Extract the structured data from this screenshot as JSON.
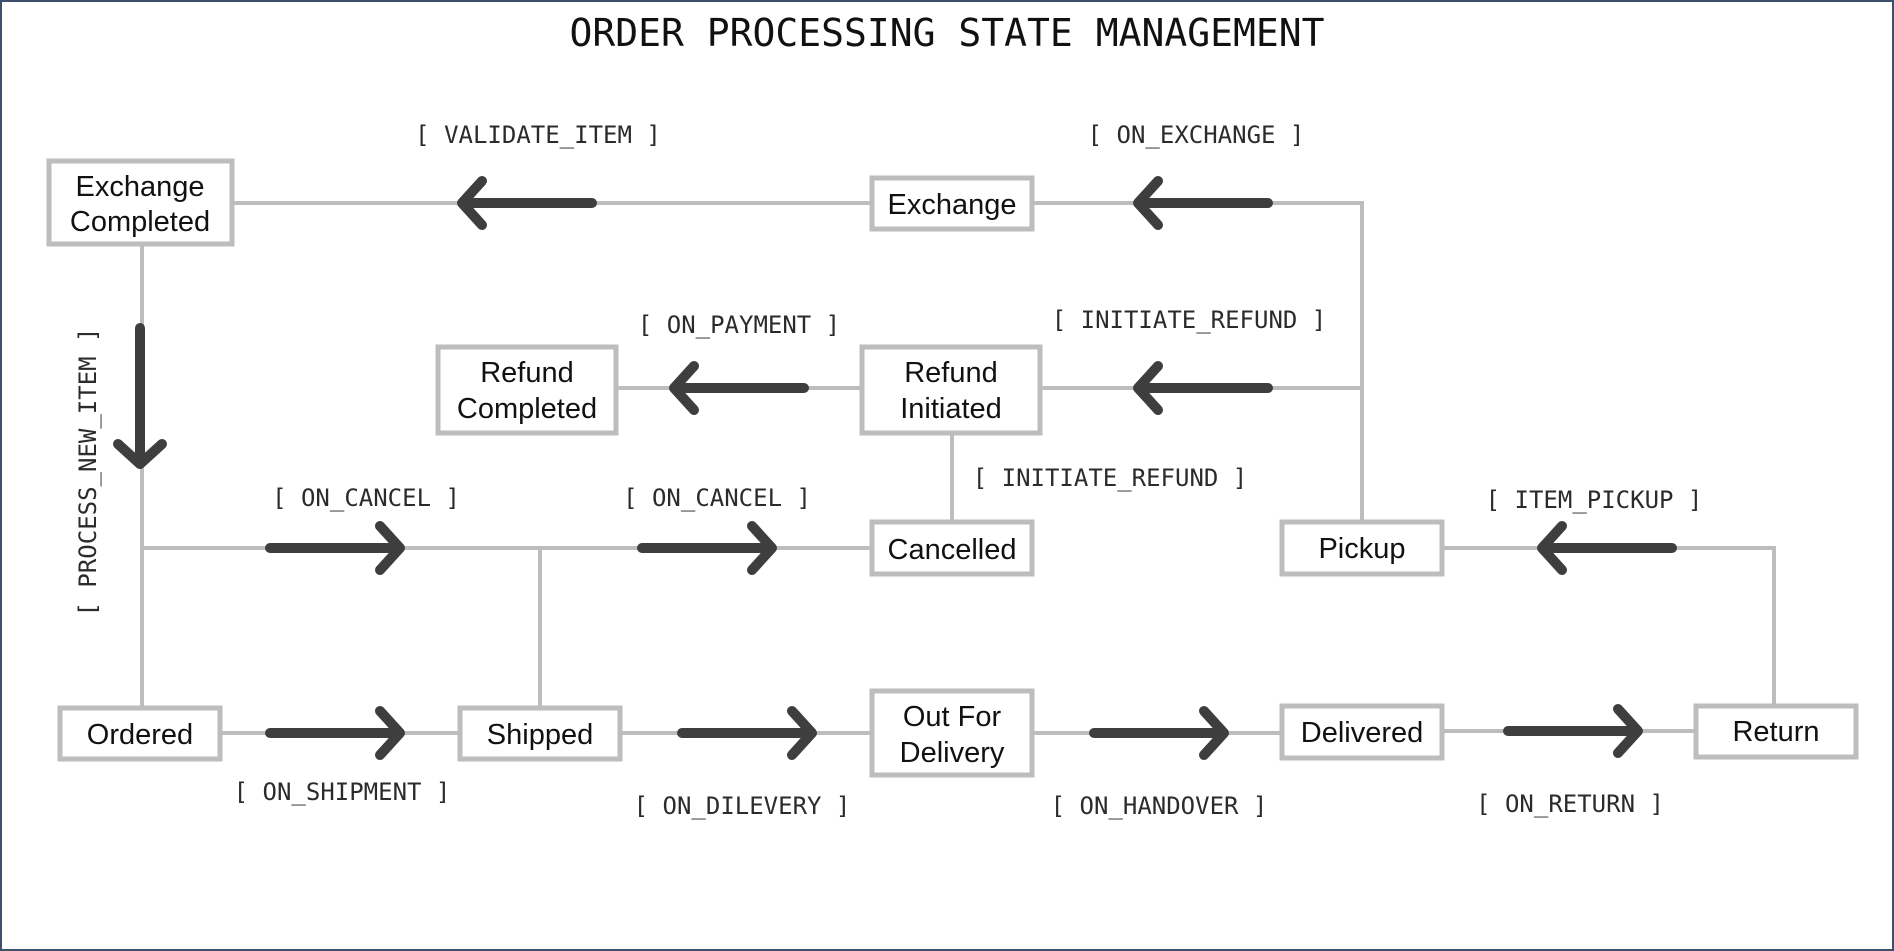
{
  "title": "ORDER PROCESSING STATE MANAGEMENT",
  "colors": {
    "line": "#bdbdbd",
    "arrow": "#3e3e3e",
    "frame": "#3d4f6b",
    "text": "#111111"
  },
  "states": {
    "exchange_completed": [
      "Exchange",
      "Completed"
    ],
    "exchange": [
      "Exchange"
    ],
    "refund_completed": [
      "Refund",
      "Completed"
    ],
    "refund_initiated": [
      "Refund",
      "Initiated"
    ],
    "cancelled": [
      "Cancelled"
    ],
    "pickup": [
      "Pickup"
    ],
    "ordered": [
      "Ordered"
    ],
    "shipped": [
      "Shipped"
    ],
    "out_for_delivery": [
      "Out For",
      "Delivery"
    ],
    "delivered": [
      "Delivered"
    ],
    "return": [
      "Return"
    ]
  },
  "events": {
    "validate_item": "[ VALIDATE_ITEM ]",
    "on_exchange": "[ ON_EXCHANGE ]",
    "on_payment": "[ ON_PAYMENT ]",
    "initiate_refund_top": "[ INITIATE_REFUND ]",
    "initiate_refund_cancel": "[ INITIATE_REFUND ]",
    "process_new_item": "[ PROCESS_NEW_ITEM ]",
    "on_cancel_1": "[ ON_CANCEL ]",
    "on_cancel_2": "[ ON_CANCEL ]",
    "item_pickup": "[ ITEM_PICKUP ]",
    "on_shipment": "[ ON_SHIPMENT ]",
    "on_delivery": "[ ON_DILEVERY ]",
    "on_handover": "[ ON_HANDOVER ]",
    "on_return": "[ ON_RETURN ]"
  }
}
